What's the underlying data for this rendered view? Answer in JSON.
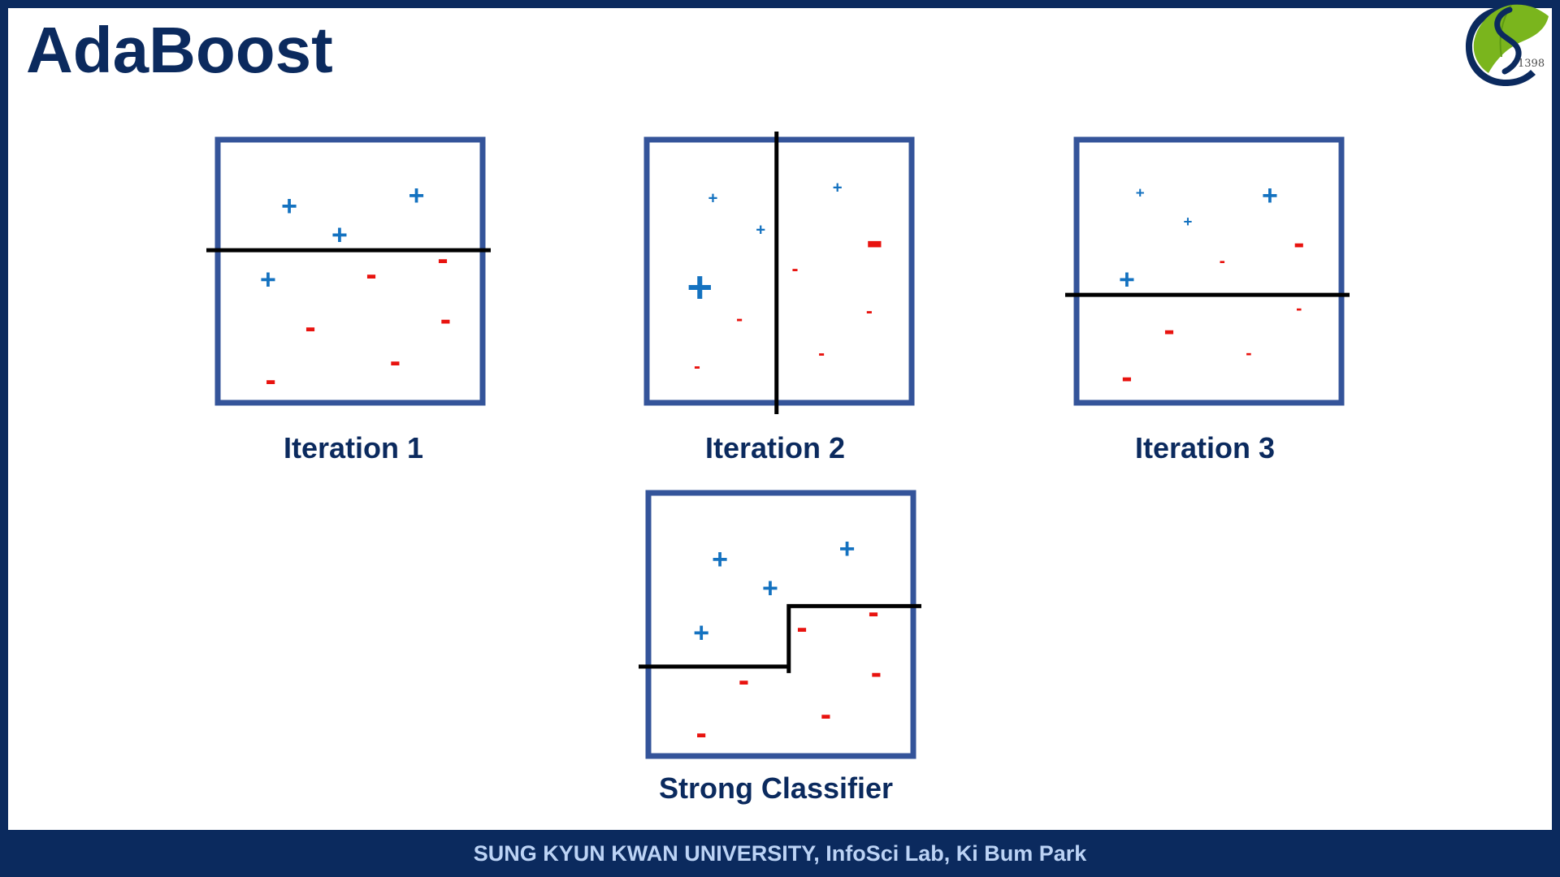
{
  "slide": {
    "title": "AdaBoost",
    "footer": "SUNG KYUN KWAN UNIVERSITY, InfoSci Lab, Ki Bum Park"
  },
  "logo": {
    "icon": "ginkgo-leaf-s-logo",
    "year": "1398",
    "colors": {
      "leaf": "#7ab51d",
      "ring": "#0b2a5e"
    }
  },
  "colors": {
    "background": "#0b2a5e",
    "title": "#0b2a5e",
    "footer_text": "#bcd3f5",
    "panel_border": "#34549a",
    "positive": "#1472c0",
    "negative": "#e8130f",
    "boundary": "#000000"
  },
  "panels": [
    {
      "id": "iteration-1",
      "label": "Iteration 1",
      "boundary": {
        "type": "horizontal",
        "at": 0.42
      },
      "points": [
        {
          "x": 0.27,
          "y": 0.25,
          "label": "+",
          "weight": 1.0
        },
        {
          "x": 0.46,
          "y": 0.36,
          "label": "+",
          "weight": 1.0
        },
        {
          "x": 0.75,
          "y": 0.21,
          "label": "+",
          "weight": 1.0
        },
        {
          "x": 0.19,
          "y": 0.53,
          "label": "+",
          "weight": 1.0
        },
        {
          "x": 0.58,
          "y": 0.51,
          "label": "-",
          "weight": 1.0
        },
        {
          "x": 0.85,
          "y": 0.45,
          "label": "-",
          "weight": 1.0
        },
        {
          "x": 0.35,
          "y": 0.71,
          "label": "-",
          "weight": 1.0
        },
        {
          "x": 0.86,
          "y": 0.68,
          "label": "-",
          "weight": 1.0
        },
        {
          "x": 0.67,
          "y": 0.84,
          "label": "-",
          "weight": 1.0
        },
        {
          "x": 0.2,
          "y": 0.91,
          "label": "-",
          "weight": 1.0
        }
      ]
    },
    {
      "id": "iteration-2",
      "label": "Iteration 2",
      "boundary": {
        "type": "vertical",
        "at": 0.49
      },
      "points": [
        {
          "x": 0.25,
          "y": 0.22,
          "label": "+",
          "weight": 0.6
        },
        {
          "x": 0.43,
          "y": 0.34,
          "label": "+",
          "weight": 0.6
        },
        {
          "x": 0.72,
          "y": 0.18,
          "label": "+",
          "weight": 0.6
        },
        {
          "x": 0.2,
          "y": 0.56,
          "label": "+",
          "weight": 1.6
        },
        {
          "x": 0.86,
          "y": 0.38,
          "label": "-",
          "weight": 1.6
        },
        {
          "x": 0.56,
          "y": 0.49,
          "label": "-",
          "weight": 0.6
        },
        {
          "x": 0.35,
          "y": 0.68,
          "label": "-",
          "weight": 0.6
        },
        {
          "x": 0.84,
          "y": 0.65,
          "label": "-",
          "weight": 0.6
        },
        {
          "x": 0.66,
          "y": 0.81,
          "label": "-",
          "weight": 0.6
        },
        {
          "x": 0.19,
          "y": 0.86,
          "label": "-",
          "weight": 0.6
        }
      ]
    },
    {
      "id": "iteration-3",
      "label": "Iteration 3",
      "boundary": {
        "type": "horizontal",
        "at": 0.59
      },
      "points": [
        {
          "x": 0.24,
          "y": 0.2,
          "label": "+",
          "weight": 0.55
        },
        {
          "x": 0.42,
          "y": 0.31,
          "label": "+",
          "weight": 0.55
        },
        {
          "x": 0.73,
          "y": 0.21,
          "label": "+",
          "weight": 1.0
        },
        {
          "x": 0.19,
          "y": 0.53,
          "label": "+",
          "weight": 1.0
        },
        {
          "x": 0.84,
          "y": 0.39,
          "label": "-",
          "weight": 1.0
        },
        {
          "x": 0.55,
          "y": 0.46,
          "label": "-",
          "weight": 0.55
        },
        {
          "x": 0.84,
          "y": 0.64,
          "label": "-",
          "weight": 0.55
        },
        {
          "x": 0.35,
          "y": 0.72,
          "label": "-",
          "weight": 1.0
        },
        {
          "x": 0.65,
          "y": 0.81,
          "label": "-",
          "weight": 0.55
        },
        {
          "x": 0.19,
          "y": 0.9,
          "label": "-",
          "weight": 1.0
        }
      ]
    },
    {
      "id": "strong-classifier",
      "label": "Strong Classifier",
      "boundary": {
        "type": "step",
        "x": 0.53,
        "y_left": 0.66,
        "y_right": 0.43
      },
      "points": [
        {
          "x": 0.27,
          "y": 0.25,
          "label": "+",
          "weight": 1.0
        },
        {
          "x": 0.46,
          "y": 0.36,
          "label": "+",
          "weight": 1.0
        },
        {
          "x": 0.75,
          "y": 0.21,
          "label": "+",
          "weight": 1.0
        },
        {
          "x": 0.2,
          "y": 0.53,
          "label": "+",
          "weight": 1.0
        },
        {
          "x": 0.58,
          "y": 0.51,
          "label": "-",
          "weight": 1.0
        },
        {
          "x": 0.85,
          "y": 0.45,
          "label": "-",
          "weight": 1.0
        },
        {
          "x": 0.36,
          "y": 0.71,
          "label": "-",
          "weight": 1.0
        },
        {
          "x": 0.86,
          "y": 0.68,
          "label": "-",
          "weight": 1.0
        },
        {
          "x": 0.67,
          "y": 0.84,
          "label": "-",
          "weight": 1.0
        },
        {
          "x": 0.2,
          "y": 0.91,
          "label": "-",
          "weight": 1.0
        }
      ]
    }
  ]
}
